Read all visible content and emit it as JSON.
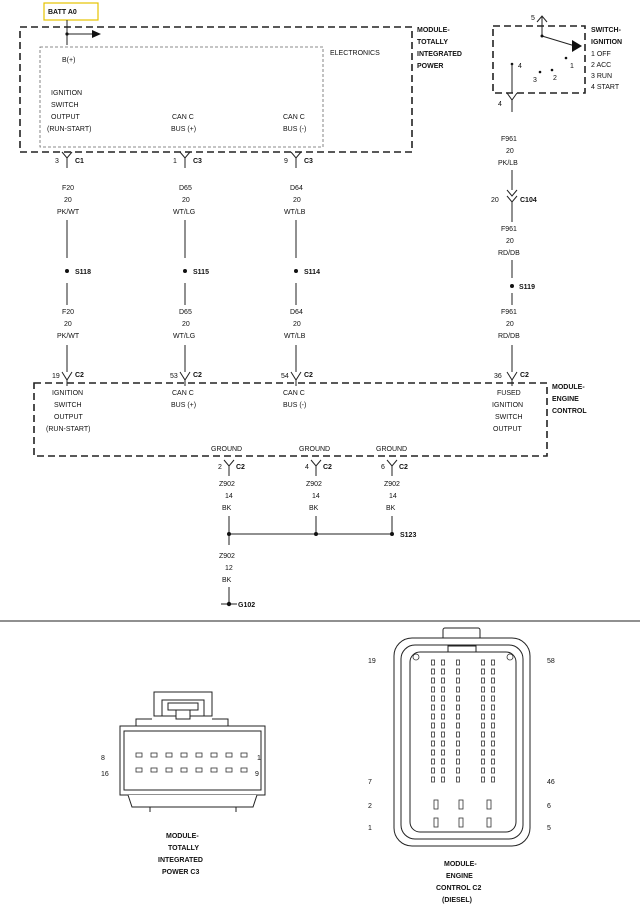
{
  "batt_label": "BATT A0",
  "tipm": {
    "title": [
      "MODULE-",
      "TOTALLY",
      "INTEGRATED",
      "POWER"
    ],
    "electronics": "ELECTRONICS",
    "bplus": "B(+)",
    "pins": [
      {
        "label": [
          "IGNITION",
          "SWITCH",
          "OUTPUT",
          "(RUN-START)"
        ],
        "pin": "3",
        "conn": "C1"
      },
      {
        "label": [
          "CAN C",
          "BUS (+)"
        ],
        "pin": "1",
        "conn": "C3"
      },
      {
        "label": [
          "CAN C",
          "BUS (-)"
        ],
        "pin": "9",
        "conn": "C3"
      }
    ]
  },
  "switch": {
    "title": [
      "SWITCH-",
      "IGNITION"
    ],
    "positions": [
      "1 OFF",
      "2 ACC",
      "3 RUN",
      "4 START"
    ],
    "pin_top": "5",
    "contact_labels": [
      "4",
      "3",
      "2",
      "1"
    ],
    "out_pin": "4"
  },
  "wires": [
    {
      "seg1": [
        "F20",
        "20",
        "PK/WT"
      ],
      "splice": "S118",
      "seg2": [
        "F20",
        "20",
        "PK/WT"
      ],
      "ecm_pin": "19",
      "ecm_conn": "C2",
      "ecm_label": [
        "IGNITION",
        "SWITCH",
        "OUTPUT",
        "(RUN-START)"
      ]
    },
    {
      "seg1": [
        "D65",
        "20",
        "WT/LG"
      ],
      "splice": "S115",
      "seg2": [
        "D65",
        "20",
        "WT/LG"
      ],
      "ecm_pin": "53",
      "ecm_conn": "C2",
      "ecm_label": [
        "CAN C",
        "BUS (+)"
      ]
    },
    {
      "seg1": [
        "D64",
        "20",
        "WT/LB"
      ],
      "splice": "S114",
      "seg2": [
        "D64",
        "20",
        "WT/LB"
      ],
      "ecm_pin": "54",
      "ecm_conn": "C2",
      "ecm_label": [
        "CAN C",
        "BUS (-)"
      ]
    }
  ],
  "ign_wire": {
    "seg1": [
      "F961",
      "20",
      "PK/LB"
    ],
    "inline_pin": "20",
    "inline_conn": "C104",
    "seg2": [
      "F961",
      "20",
      "RD/DB"
    ],
    "splice": "S119",
    "seg3": [
      "F961",
      "20",
      "RD/DB"
    ],
    "ecm_pin": "36",
    "ecm_conn": "C2",
    "ecm_label": [
      "FUSED",
      "IGNITION",
      "SWITCH",
      "OUTPUT"
    ]
  },
  "ecm": {
    "title": [
      "MODULE-",
      "ENGINE",
      "CONTROL"
    ]
  },
  "grounds": [
    {
      "label": "GROUND",
      "pin": "2",
      "conn": "C2",
      "wire": [
        "Z902",
        "14",
        "BK"
      ]
    },
    {
      "label": "GROUND",
      "pin": "4",
      "conn": "C2",
      "wire": [
        "Z902",
        "14",
        "BK"
      ]
    },
    {
      "label": "GROUND",
      "pin": "6",
      "conn": "C2",
      "wire": [
        "Z902",
        "14",
        "BK"
      ]
    }
  ],
  "ground_splice": "S123",
  "ground_trunk": [
    "Z902",
    "12",
    "BK"
  ],
  "ground_point": "G102",
  "connector_tipm": {
    "caption": [
      "MODULE-",
      "TOTALLY",
      "INTEGRATED",
      "POWER C3"
    ],
    "pin_labels": {
      "top_left": "8",
      "bottom_left": "16",
      "top_right": "1",
      "bottom_right": "9"
    }
  },
  "connector_ecm": {
    "caption": [
      "MODULE-",
      "ENGINE",
      "CONTROL C2",
      "(DIESEL)"
    ],
    "pin_labels": {
      "left": [
        "19",
        "7",
        "2",
        "1"
      ],
      "right": [
        "58",
        "46",
        "6",
        "5"
      ]
    }
  }
}
